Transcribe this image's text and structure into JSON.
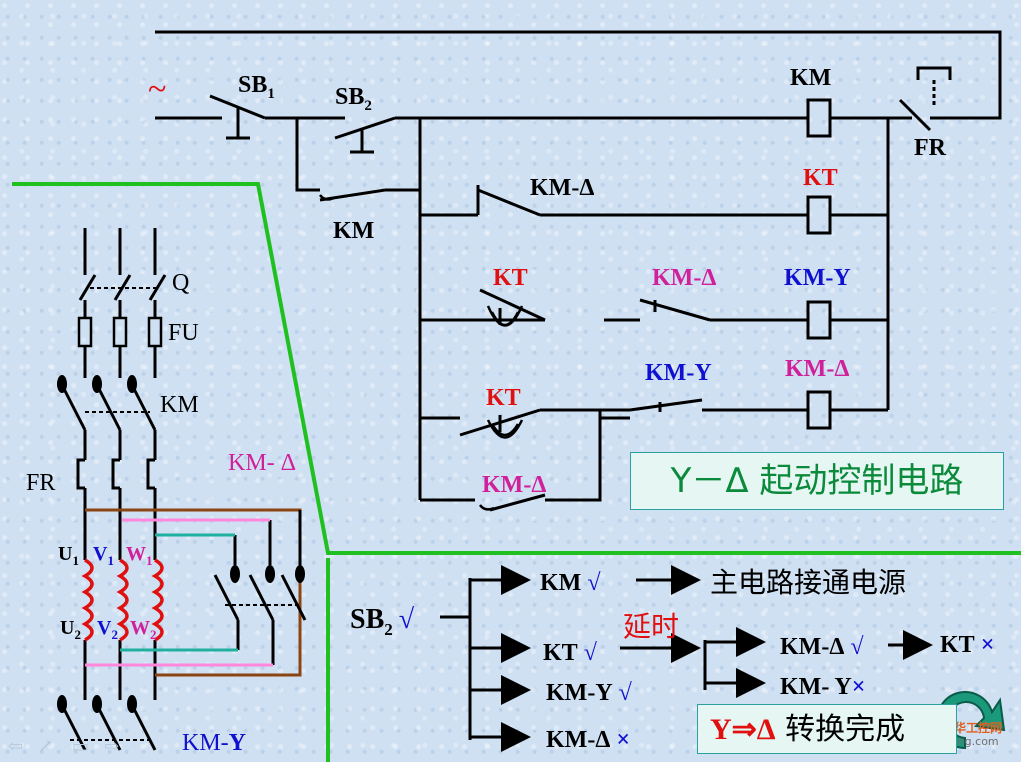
{
  "control_circuit": {
    "supply": "~",
    "sb1": "SB",
    "sb1_sub": "1",
    "sb2": "SB",
    "sb2_sub": "2",
    "km_hold": "KM",
    "km_coil": "KM",
    "fr": "FR",
    "km_delta_nc": "KM-Δ",
    "kt_coil": "KT",
    "kt_contact1": "KT",
    "km_delta_interlock": "KM-Δ",
    "kmy_coil": "KM-Y",
    "kt_contact2": "KT",
    "kmy_contact": "KM-Y",
    "kmdelta_coil": "KM-Δ",
    "km_delta_hold": "KM-Δ"
  },
  "title": "Y－Δ 起动控制电路",
  "main_circuit": {
    "q": "Q",
    "fu": "FU",
    "km": "KM",
    "fr": "FR",
    "km_delta": "KM- Δ",
    "u1": "U",
    "u1_sub": "1",
    "v1": "V",
    "v1_sub": "1",
    "w1": "W",
    "w1_sub": "1",
    "u2": "U",
    "u2_sub": "2",
    "v2": "V",
    "v2_sub": "2",
    "w2": "W",
    "w2_sub": "2",
    "km_y": "KM-",
    "km_y_suffix": "Y"
  },
  "sequence": {
    "start": "SB",
    "start_sub": "2",
    "start_mark": "√",
    "km": "KM",
    "km_mark": "√",
    "km_result": "主电路接通电源",
    "kt": "KT",
    "kt_mark": "√",
    "delay": "延时",
    "kmy": "KM-Y",
    "kmy_mark": "√",
    "kmd_off": "KM-Δ",
    "kmd_off_mark": "×",
    "kmd_on": "KM-Δ",
    "kmd_on_mark": "√",
    "kt_off": "KT",
    "kt_off_mark": "×",
    "kmy_off": "KM- Y",
    "kmy_off_mark": "×",
    "conv_symbol": "Y⇒Δ",
    "conv_text": "转换完成"
  },
  "watermark": {
    "line1": "中华工控网",
    "line2": "gkong.com"
  },
  "colors": {
    "wire": "#000000",
    "green_frame": "#20c020",
    "winding": "#e01010",
    "busbar": "#ff88dd"
  }
}
